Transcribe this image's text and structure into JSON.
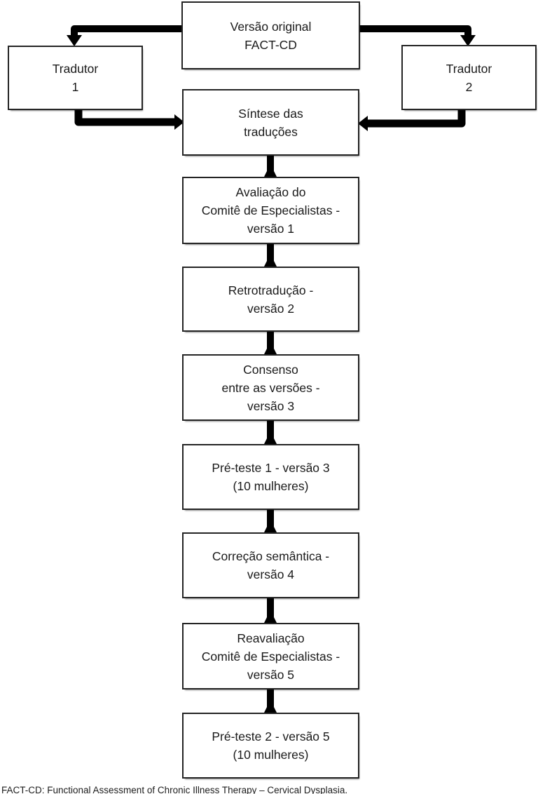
{
  "figure": {
    "title": "FACT-CD translation and cultural adaptation flowchart",
    "boxes": [
      {
        "id": "versao-original",
        "label": "Versão original\nFACT-CD"
      },
      {
        "id": "tradutor-1",
        "label": "Tradutor\n1"
      },
      {
        "id": "tradutor-2",
        "label": "Tradutor\n2"
      },
      {
        "id": "sintese",
        "label": "Síntese das\ntraduções"
      },
      {
        "id": "avaliacao-comite",
        "label": "Avaliação do\nComitê de Especialistas -\nversão 1"
      },
      {
        "id": "retrotraducao",
        "label": "Retrotradução -\nversão 2"
      },
      {
        "id": "consenso",
        "label": "Consenso\nentre as versões -\nversão 3"
      },
      {
        "id": "pre-teste-1",
        "label": "Pré-teste 1 - versão 3\n(10 mulheres)"
      },
      {
        "id": "correcao-semantica",
        "label": "Correção semântica -\nversão 4"
      },
      {
        "id": "reavaliacao-comite",
        "label": "Reavaliação\nComitê de Especialistas -\nversão 5"
      },
      {
        "id": "pre-teste-2",
        "label": "Pré-teste 2 - versão 5\n(10 mulheres)"
      }
    ],
    "caption": "FACT-CD: Functional Assessment of Chronic Illness Therapy – Cervical Dysplasia.",
    "colors": {
      "arrow": "#000000",
      "border": "#242424",
      "text": "#1a1a1a",
      "background": "#ffffff"
    }
  }
}
